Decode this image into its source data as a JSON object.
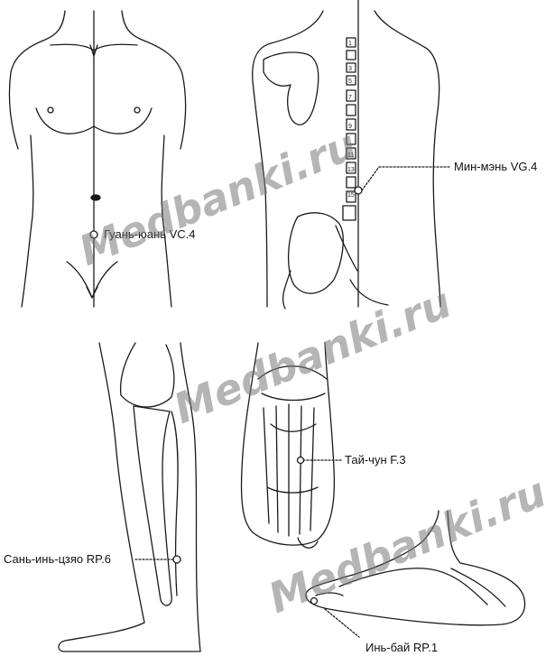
{
  "labels": {
    "vc4": "Гуань-юань VC.4",
    "vg4": "Мин-мэнь VG.4",
    "f3": "Тай-чун F.3",
    "rp6": "Сань-инь-цзяо RP.6",
    "rp1": "Инь-бай RP.1"
  },
  "watermark": "Medbanki.ru",
  "vertebra_numbers": [
    "1",
    "3",
    "5",
    "7",
    "9",
    "11",
    "13",
    "15"
  ],
  "colors": {
    "line": "#1a1a1a",
    "watermark": "#7a7a7a",
    "background": "#ffffff"
  }
}
